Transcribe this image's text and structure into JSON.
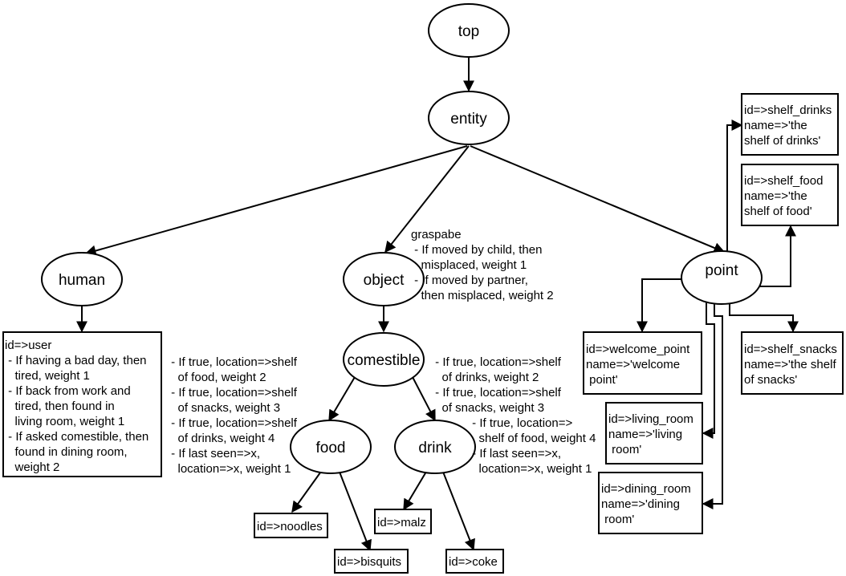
{
  "nodes": {
    "top": "top",
    "entity": "entity",
    "human": "human",
    "object": "object",
    "point": "point",
    "comestible": "comestible",
    "food": "food",
    "drink": "drink"
  },
  "boxes": {
    "user": [
      "id=>user",
      " - If having a bad day, then",
      "   tired, weight 1",
      " - If back from work and",
      "   tired, then found in",
      "   living room, weight 1",
      " - If asked comestible, then",
      "   found in dining room,",
      "   weight 2"
    ],
    "shelf_drinks": [
      "id=>shelf_drinks",
      "name=>'the",
      "shelf of drinks'"
    ],
    "shelf_food": [
      "id=>shelf_food",
      "name=>'the",
      "shelf of food'"
    ],
    "welcome_point": [
      "id=>welcome_point",
      "name=>'welcome",
      " point'"
    ],
    "shelf_snacks": [
      "id=>shelf_snacks",
      "name=>'the shelf",
      "of snacks'"
    ],
    "living_room": [
      "id=>living_room",
      "name=>'living",
      " room'"
    ],
    "dining_room": [
      "id=>dining_room",
      "name=>'dining",
      " room'"
    ],
    "noodles": [
      "id=>noodles"
    ],
    "bisquits": [
      "id=>bisquits"
    ],
    "malz": [
      "id=>malz"
    ],
    "coke": [
      "id=>coke"
    ]
  },
  "notes": {
    "object": [
      "graspabe",
      " - If moved by child, then",
      "   misplaced, weight 1",
      " - If moved by partner,",
      "   then misplaced, weight 2"
    ],
    "food": [
      " - If true, location=>shelf",
      "   of food, weight 2",
      " - If true, location=>shelf",
      "   of snacks, weight 3",
      " - If true, location=>shelf",
      "   of drinks, weight 4",
      " - If last seen=>x,",
      "   location=>x, weight 1"
    ],
    "comestible": [
      " - If true, location=>shelf",
      "   of drinks, weight 2",
      " - If true, location=>shelf",
      "   of snacks, weight 3"
    ],
    "drink": [
      " - If true, location=>",
      "   shelf of food, weight 4",
      " - If last seen=>x,",
      "   location=>x, weight 1"
    ]
  }
}
